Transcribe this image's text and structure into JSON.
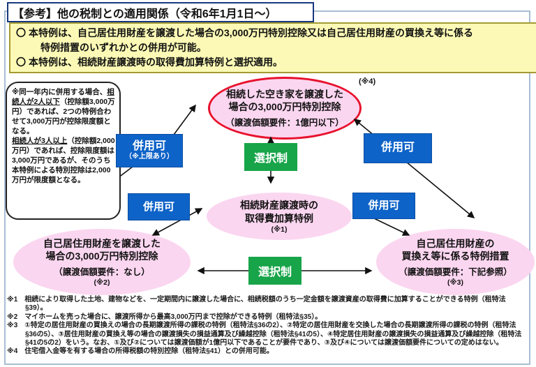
{
  "title": "【参考】他の税制との適用関係（令和6年1月1日～）",
  "summary": {
    "bullet": "〇",
    "items": [
      {
        "lines": [
          "本特例は、自己居住用財産を譲渡した場合の3,000万円特別控除又は自己居住用財産の買換え等に係る",
          "特例措置のいずれかとの併用が可能。"
        ]
      },
      {
        "lines": [
          "本特例は、相続財産譲渡時の取得費加算特例と選択適用。",
          ""
        ]
      }
    ]
  },
  "balloon": {
    "p1_pre": "※同一年内に併用する場合、",
    "p1_u": "相続人が2人以下",
    "p1_post": "（控除額3,000万円）であれば、2つの特例合わせて3,000万円が控除限度額となる。",
    "p2_u": "相続人が3人以上",
    "p2_post": "（控除額2,000万円）であれば、控除限度額は3,000万円であるが、そのうち本特例による特別控除は2,000万円が限度額となる。"
  },
  "nodes": {
    "vacant_house": {
      "l1": "相続した空き家を譲渡した",
      "l2": "場合の3,000万円特別控除",
      "cond": "（譲渡価額要件：1億円以下）",
      "ref": "(※4)"
    },
    "acquisition_cost": {
      "l1": "相続財産譲渡時の",
      "l2": "取得費加算特例",
      "ref": "(※1)"
    },
    "own_home_sale": {
      "l1": "自己居住用財産を譲渡した",
      "l2": "場合の3,000万円特別控除",
      "cond": "（譲渡価額要件：なし）",
      "ref": "(※2)"
    },
    "own_home_replace": {
      "l1": "自己居住用財産の",
      "l2": "買換え等に係る特例措置",
      "cond": "（譲渡価額要件：下記参照）",
      "ref": "(※3)"
    }
  },
  "labels": {
    "heiyo": "併用可",
    "heiyo_sub": "（※上限あり）",
    "sentaku": "選択制"
  },
  "footnotes": [
    "※1　相続により取得した土地、建物などを、一定期間内に譲渡した場合に、相続税額のうち一定金額を譲渡資産の取得費に加算することができる特例（租特法§39）。",
    "※2　マイホームを売った場合に、譲渡所得から最高3,000万円まで控除ができる特例（租特法§35）。",
    "※3　①特定の居住用財産の買換えの場合の長期譲渡所得の課税の特例（租特法§36の2）、②特定の居住用財産を交換した場合の長期譲渡所得の課税の特例（租特法§36の5）、③居住用財産の買換え等の場合の譲渡損失の損益通算及び繰越控除（租特法§41の5）、④特定居住用財産の譲渡損失の損益通算及び繰越控除（租特法§41の5の2）をいう。なお、①及び②については譲渡価額が1億円以下であることが要件であり、③及び④については譲渡価額要件についての定めはない。",
    "※4　住宅借入金等を有する場合の所得税額の特別控除（租特法§41）との併用可能。"
  ],
  "colors": {
    "blue": "#0e63c8",
    "green": "#18a449",
    "pink": "#fbd6f0",
    "red": "#e8112d",
    "yellow_bg": "#fbf9b5",
    "yellow_border": "#a39a33",
    "navy": "#16387e",
    "frame": "#a8bdd3"
  }
}
